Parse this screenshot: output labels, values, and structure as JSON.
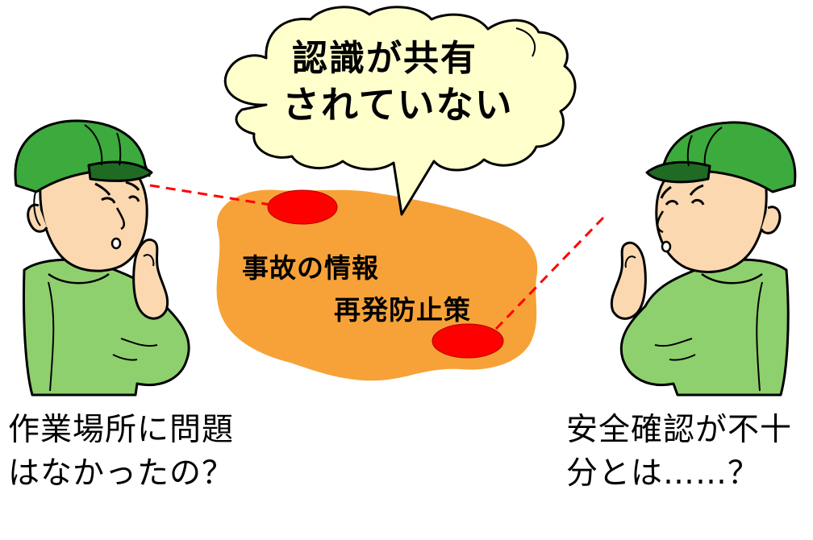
{
  "speech_bubble": {
    "line1": "認識が共有",
    "line2": "されていない"
  },
  "shared_area": {
    "line1": "事故の情報",
    "line2": "再発防止策"
  },
  "left_worker": {
    "caption_line1": "作業場所に問題",
    "caption_line2": "はなかったの？"
  },
  "right_worker": {
    "caption_line1": "安全確認が不十",
    "caption_line2": "分とは……？"
  },
  "colors": {
    "bubble_fill": "#ffffcc",
    "blob_fill": "#f7a238",
    "spot_red": "#ff0000",
    "cap_green": "#3caa3c",
    "cap_dark": "#1f6b24",
    "shirt_green": "#8fd06e",
    "skin": "#fbd8b0",
    "dashed_line": "#ff0000"
  }
}
